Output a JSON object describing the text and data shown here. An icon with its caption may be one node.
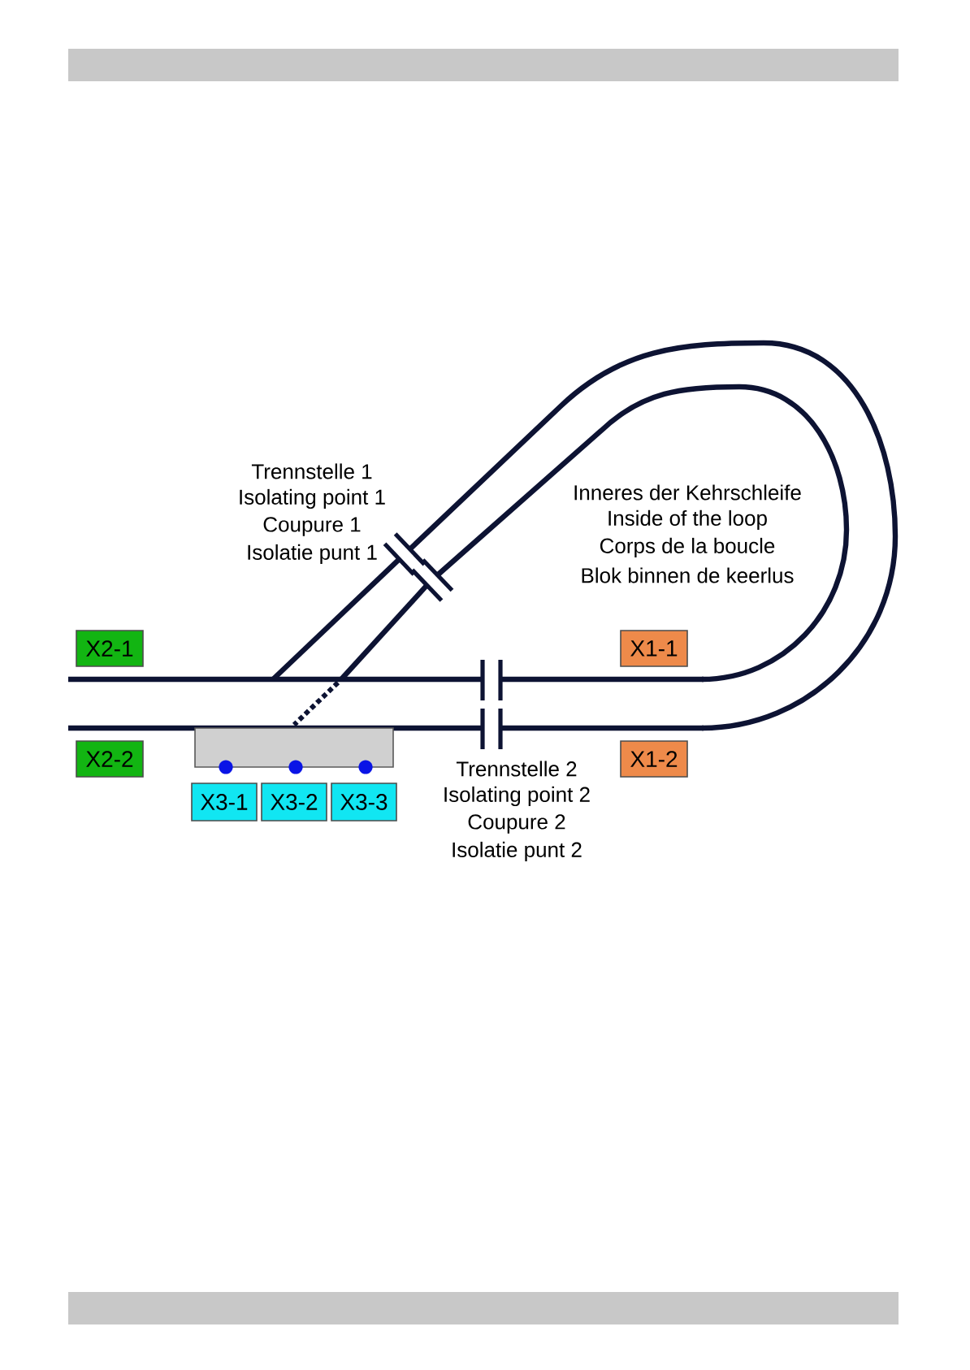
{
  "diagram": {
    "nodes": [
      {
        "text": [
          "X2-1"
        ]
      },
      {
        "text": [
          "X1-1"
        ]
      },
      {
        "text": [
          "X2-2"
        ]
      },
      {
        "text": [
          "X1-2"
        ]
      },
      {
        "text": [
          "X3-1"
        ]
      },
      {
        "text": [
          "X3-2"
        ]
      },
      {
        "text": [
          "X3-3"
        ]
      }
    ],
    "labels": [
      "Trennstelle 1",
      "Isolating point 1",
      "Coupure 1",
      "Isolatie punt 1",
      "Inneres der Kehrschleife",
      "Inside of the loop",
      "Corps de la boucle",
      "Blok binnen de keerlus",
      "Trennstelle 2",
      "Isolating point 2",
      "Coupure 2",
      "Isolatie punt 2"
    ]
  }
}
